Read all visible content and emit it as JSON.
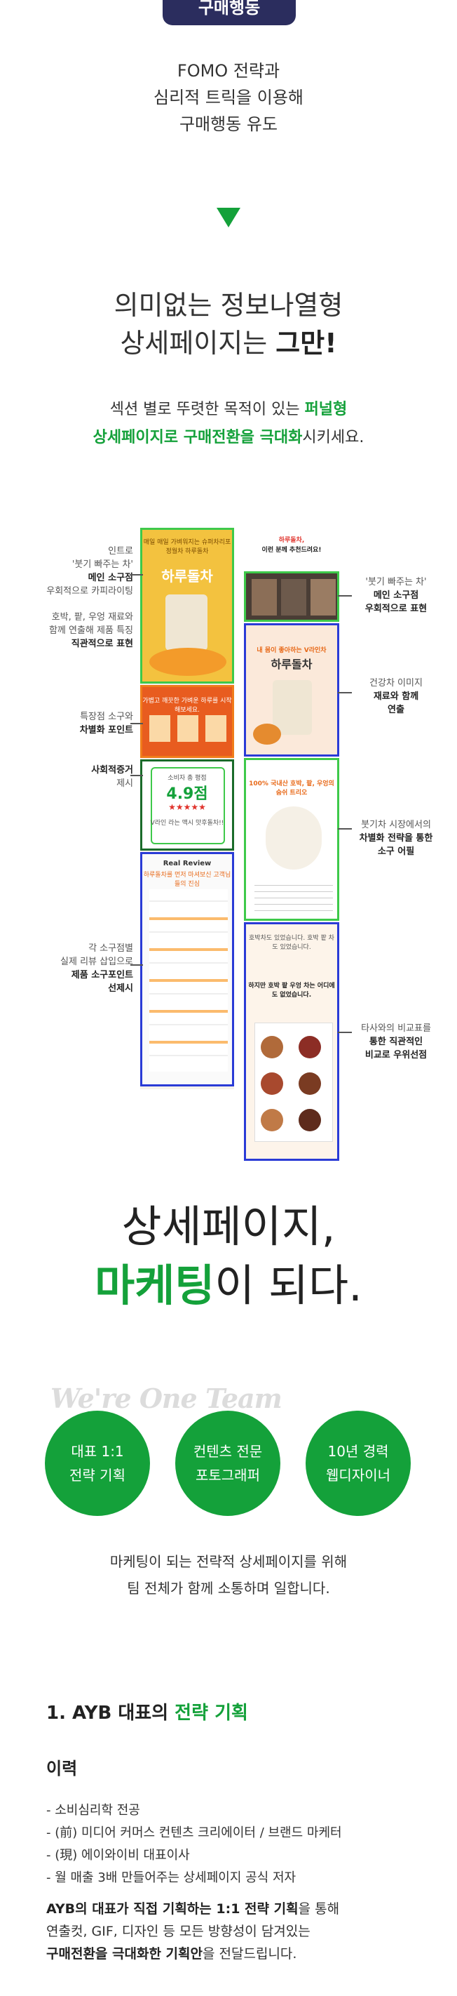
{
  "badge": {
    "label": "구매행동"
  },
  "intro": {
    "line1": "FOMO 전략과",
    "line2": "심리적 트릭을 이용해",
    "line3": "구매행동 유도"
  },
  "headline": {
    "line1": "의미없는 정보나열형",
    "line2_prefix": "상세페이지는 ",
    "line2_strong": "그만!"
  },
  "sub": {
    "l1_prefix": "섹션 별로 뚜렷한 목적이 있는 ",
    "l1_green": "퍼널형",
    "l2_green": "상세페이지로 구매전환을 극대화",
    "l2_suffix": "시키세요."
  },
  "left_annotations": [
    {
      "lines": [
        "인트로",
        "'붓기 빠주는 차'",
        "메인 소구점",
        "우회적으로 카피라이팅"
      ],
      "bold_index": [
        2
      ]
    },
    {
      "lines": [
        "호박, 팥, 우엉 재료와",
        "함께 연출해 제품 특징",
        "직관적으로 표현"
      ],
      "bold_index": [
        2
      ]
    },
    {
      "lines": [
        "특장점 소구와",
        "차별화 포인트"
      ],
      "bold_index": [
        1
      ]
    },
    {
      "lines": [
        "사회적증거",
        "제시"
      ],
      "bold_index": [
        0
      ]
    },
    {
      "lines": [
        "각 소구점별",
        "실제 리뷰 삽입으로",
        "제품 소구포인트",
        "선제시"
      ],
      "bold_index": [
        2,
        3
      ]
    }
  ],
  "right_annotations": [
    {
      "lines": [
        "'붓기 빠주는 차'",
        "메인 소구점",
        "우회적으로 표현"
      ],
      "bold_index": [
        1,
        2
      ]
    },
    {
      "lines": [
        "건강차 이미지",
        "재료와 함께",
        "연출"
      ],
      "bold_index": [
        1,
        2
      ]
    },
    {
      "lines": [
        "붓기차 시장에서의",
        "차별화 전략을 통한",
        "소구 어필"
      ],
      "bold_index": [
        1,
        2
      ]
    },
    {
      "lines": [
        "타사와의 비교표를",
        "통한 직관적인",
        "비교로 우위선점"
      ],
      "bold_index": [
        1,
        2
      ]
    }
  ],
  "phone_texts": {
    "p1_title": "하루돌차",
    "p1_top": "매일 매일 가벼워지는 슈퍼차리포 정월차 하루돌차",
    "p2_top": "가볍고 깨끗한 가벼운 하루를 시작해보세요.",
    "p3_score": "4.9점",
    "p3_top": "소비자 총 평점",
    "p3_stars": "★★★★★",
    "p3_sub": "V라인 라는 맥시 맛후돌차!!",
    "p4_title": "Real Review",
    "p4_sub": "하루돌차를 먼저 마셔보신 고객님들의 진심",
    "r1_top": "하루돌차,",
    "r1_sub": "이런 분께 추천드려요!",
    "r2_title": "하루돌차",
    "r2_sub": "내 몸이 좋아하는 V라인차",
    "r3_sub": "100% 국내산 호박, 팥, 우엉의 숨쉬 트리오",
    "r4_top": "호박차도 있었습니다. 호박 팥 차도 있었습니다.",
    "r4_mid": "하지만 호박 팥 우엉 차는 어디에도 없었습니다."
  },
  "big_title": {
    "line1": "상세페이지,",
    "line2_green": "마케팅",
    "line2_suffix": "이 되다."
  },
  "team": {
    "watermark": "We're One Team",
    "circles": [
      {
        "line1": "대표 1:1",
        "line2": "전략 기획"
      },
      {
        "line1": "컨텐츠 전문",
        "line2": "포토그래퍼"
      },
      {
        "line1": "10년 경력",
        "line2": "웹디자이너"
      }
    ],
    "desc_line1": "마케팅이 되는 전략적 상세페이지를 위해",
    "desc_line2": "팀 전체가 함께 소통하며 일합니다."
  },
  "section1": {
    "title_prefix": "1. AYB 대표의 ",
    "title_green": "전략 기획",
    "career_heading": "이력",
    "career_items": [
      "- 소비심리학 전공",
      "- (前) 미디어 커머스 컨텐츠 크리에이터 / 브랜드 마케터",
      "- (現) 에이와이비 대표이사",
      "- 월 매출 3배 만들어주는 상세페이지 공식 저자"
    ],
    "desc_l1_bold": "AYB의 대표가 직접 기획하는 1:1 전략 기획",
    "desc_l1_suffix": "을 통해",
    "desc_l2": "연출컷, GIF, 디자인 등 모든 방향성이 담겨있는",
    "desc_l3_bold": "구매전환을 극대화한 기획안",
    "desc_l3_suffix": "을 전달드립니다."
  },
  "colors": {
    "green": "#14a13a",
    "navy": "#2b2d5e",
    "box_green": "#3ec94a",
    "box_blue": "#2a3bd6",
    "box_orange": "#f07c1a"
  },
  "icons": [
    "down-triangle-icon",
    "star-icon",
    "arrow-line-icon"
  ]
}
